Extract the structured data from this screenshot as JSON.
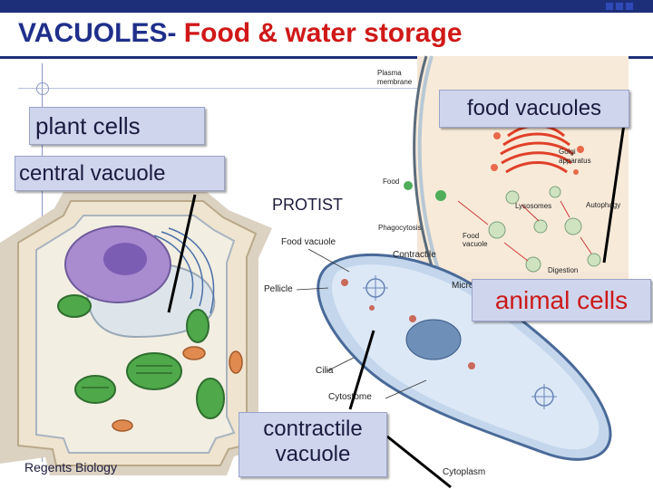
{
  "header": {
    "title_main": "VACUOLES-",
    "title_sub": " Food & water storage"
  },
  "labels": {
    "plant_cells": "plant cells",
    "central_vacuole": "central vacuole",
    "food_vacuoles": "food vacuoles",
    "protist": "PROTIST",
    "animal_cells": "animal cells",
    "contractile_vacuole_line1": "contractile",
    "contractile_vacuole_line2": "vacuole"
  },
  "animal_diagram": {
    "plasma_membrane_1": "Plasma",
    "plasma_membrane_2": "membrane",
    "golgi_1": "Golgi",
    "golgi_2": "apparatus",
    "food": "Food",
    "phagocytosis": "Phagocytosis",
    "lysosomes": "Lysosomes",
    "autophagy": "Autophagy",
    "food_vacuole_1": "Food",
    "food_vacuole_2": "vacuole",
    "digestion": "Digestion"
  },
  "protist_diagram": {
    "food_vacuole": "Food vacuole",
    "contractile": "Contractile",
    "pellicle": "Pellicle",
    "micro": "Micro",
    "cilia": "Cilia",
    "cytostome": "Cytostome",
    "cytoplasm": "Cytoplasm"
  },
  "footer": {
    "text": "Regents Biology"
  }
}
